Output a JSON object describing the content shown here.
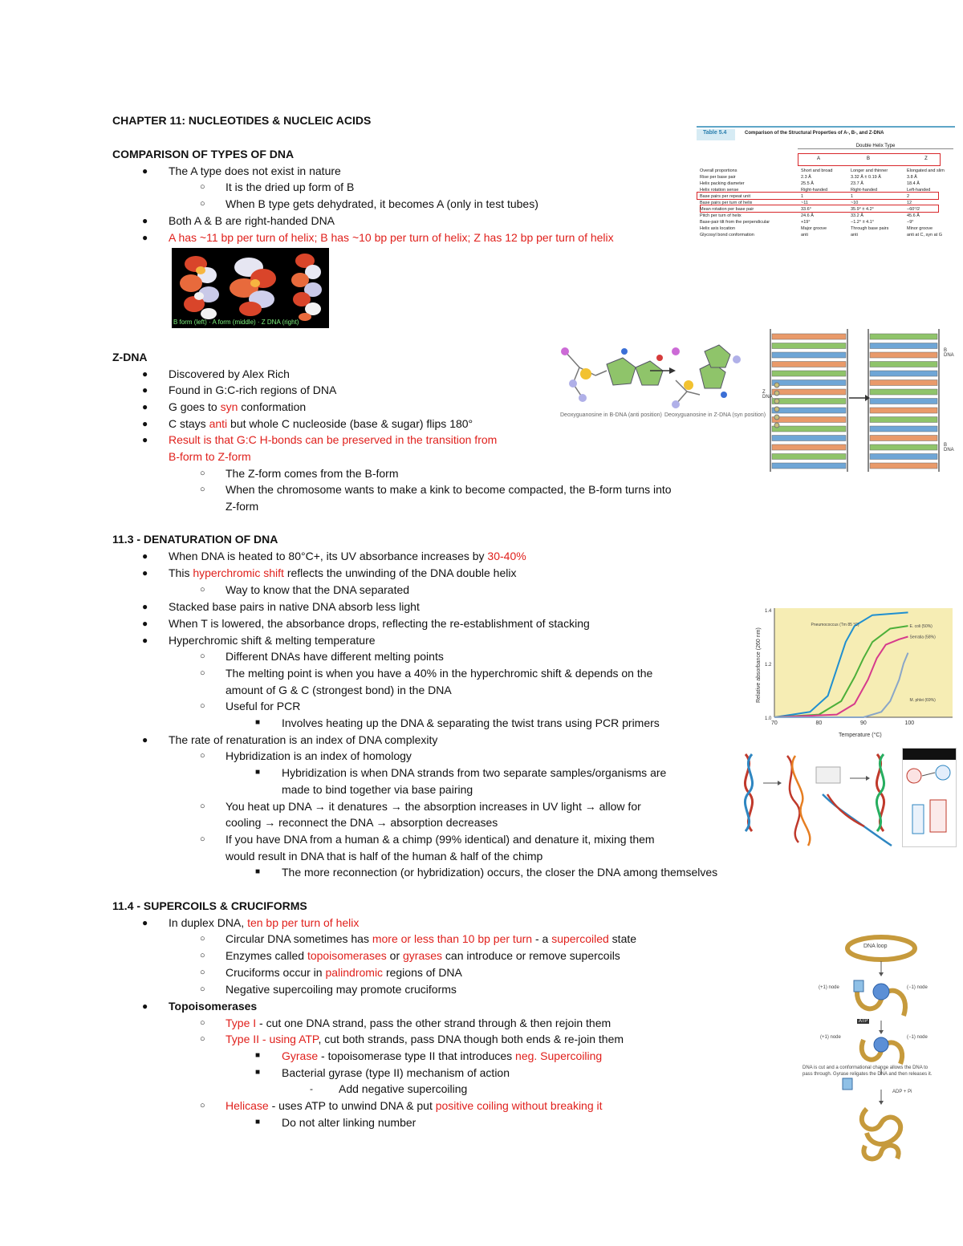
{
  "title": "CHAPTER 11: NUCLEOTIDES & NUCLEIC ACIDS",
  "sec1": {
    "heading": "COMPARISON OF TYPES OF DNA",
    "l1": "The A type does not exist in nature",
    "l1a": "It is the dried up form of B",
    "l1b": "When B type gets dehydrated, it becomes A (only in test tubes)",
    "l2": "Both A & B are right-handed DNA",
    "l3": "A has ~11 bp per turn of helix; B has ~10 bp per turn of helix; Z has 12 bp per turn of helix"
  },
  "fig_dna_models": {
    "caption": "B form (left) · A form (middle) · Z DNA (right)"
  },
  "fig_table": {
    "label": "Table 5.4",
    "title": "Comparison of the Structural Properties of A-, B-, and Z-DNA",
    "group_header": "Double Helix Type",
    "cols": [
      "A",
      "B",
      "Z"
    ],
    "rows": [
      [
        "Overall proportions",
        "Short and broad",
        "Longer and thinner",
        "Elongated and slim"
      ],
      [
        "Rise per base pair",
        "2.3 Å",
        "3.32 Å ± 0.19 Å",
        "3.8 Å"
      ],
      [
        "Helix packing diameter",
        "25.5 Å",
        "23.7 Å",
        "18.4 Å"
      ],
      [
        "Helix rotation sense",
        "Right-handed",
        "Right-handed",
        "Left-handed"
      ],
      [
        "Base pairs per repeat unit",
        "1",
        "1",
        "2"
      ],
      [
        "Base pairs per turn of helix",
        "~11",
        "~10",
        "12"
      ],
      [
        "Mean rotation per base pair",
        "33.6°",
        "35.9° ± 4.2°",
        "−60°/2"
      ],
      [
        "Pitch per turn of helix",
        "24.6 Å",
        "33.2 Å",
        "45.6 Å"
      ],
      [
        "Base-pair tilt from the perpendicular",
        "+19°",
        "−1.2° ± 4.1°",
        "−9°"
      ],
      [
        "Helix axis location",
        "Major groove",
        "Through base pairs",
        "Minor groove"
      ],
      [
        "Glycosyl bond conformation",
        "anti",
        "anti",
        "anti at C, syn at G"
      ]
    ]
  },
  "sec2": {
    "heading": "Z-DNA",
    "l1": "Discovered by Alex Rich",
    "l2": "Found in G:C-rich regions of DNA",
    "l3_pre": "G goes to ",
    "l3_red": "syn",
    "l3_post": " conformation",
    "l4_pre": "C stays ",
    "l4_red": "anti",
    "l4_post": " but whole C nucleoside (base & sugar) flips 180°",
    "l5a": "Result is that G:C H-bonds can be preserved in the transition from",
    "l5b": "B-form to Z-form",
    "l5_sub1": "The Z-form comes from the B-form",
    "l5_sub2a": "When the chromosome wants to make a kink to become compacted, the B-form turns into",
    "l5_sub2b": "Z-form"
  },
  "fig_syn": {
    "cap_left": "Deoxyguanosine in B-DNA (anti position)",
    "cap_right": "Deoxyguanosine in Z-DNA (syn position)"
  },
  "fig_bz": {
    "label_b1": "B DNA",
    "label_z": "Z DNA",
    "label_b2": "B DNA"
  },
  "sec3": {
    "heading": "11.3 - DENATURATION OF DNA",
    "l1_pre": "When DNA is heated to 80°C+, its UV absorbance increases by ",
    "l1_red": "30-40%",
    "l2_pre": "This ",
    "l2_red": "hyperchromic shift",
    "l2_post": " reflects the unwinding of the DNA double helix",
    "l2a": "Way to know that the DNA separated",
    "l3": "Stacked base pairs in native DNA absorb less light",
    "l4": "When T is lowered, the absorbance drops, reflecting the re-establishment of stacking",
    "l5": "Hyperchromic shift & melting temperature",
    "l5a": "Different DNAs have different melting points",
    "l5b1": "The melting point is when you have a 40% in the hyperchromic shift & depends on the",
    "l5b2": "amount of G & C (strongest bond) in the DNA",
    "l5c": "Useful for PCR",
    "l5c1": "Involves heating up the DNA & separating the twist trans using PCR primers",
    "l6": "The rate of renaturation is an index of DNA complexity",
    "l6a": "Hybridization is an index of homology",
    "l6a1a": "Hybridization is when DNA strands from two separate samples/organisms are",
    "l6a1b": "made to bind together via base pairing",
    "l6b1": "You heat up DNA → it denatures → the absorption increases in UV light → allow for",
    "l6b2": "cooling → reconnect the DNA → absorption decreases",
    "l6c1": "If you have DNA from a human & a chimp (99% identical) and denature it, mixing them",
    "l6c2": "would result in DNA that is half of the human & half of the chimp",
    "l6c3": "The more reconnection (or hybridization) occurs, the closer the DNA among themselves"
  },
  "chart_data": {
    "type": "line",
    "title": "",
    "xlabel": "Temperature (°C)",
    "ylabel": "Relative absorbance (260 nm)",
    "xlim": [
      70,
      110
    ],
    "ylim": [
      1.0,
      1.4
    ],
    "xticks": [
      "70",
      "80",
      "90",
      "100"
    ],
    "yticks": [
      "1.0",
      "1.2",
      "1.4"
    ],
    "series": [
      {
        "name": "Pneumococcus (Tm 85 °C)",
        "color": "#1f8fd0",
        "x": [
          70,
          78,
          82,
          84,
          86,
          88,
          92,
          100
        ],
        "y": [
          1.0,
          1.02,
          1.08,
          1.18,
          1.28,
          1.34,
          1.38,
          1.39
        ]
      },
      {
        "name": "E. coli (50%)",
        "color": "#4caf3a",
        "x": [
          70,
          80,
          85,
          88,
          90,
          92,
          96,
          100
        ],
        "y": [
          1.0,
          1.01,
          1.06,
          1.15,
          1.22,
          1.28,
          1.33,
          1.34
        ]
      },
      {
        "name": "Serratia (58%)",
        "color": "#d63b8c",
        "x": [
          70,
          84,
          88,
          91,
          93,
          95,
          98,
          100
        ],
        "y": [
          1.0,
          1.01,
          1.05,
          1.14,
          1.22,
          1.27,
          1.29,
          1.3
        ]
      },
      {
        "name": "M. phlei (69%)",
        "color": "#8aa6c8",
        "x": [
          70,
          90,
          94,
          96,
          98,
          99,
          100
        ],
        "y": [
          1.0,
          1.0,
          1.02,
          1.06,
          1.14,
          1.2,
          1.24
        ]
      }
    ]
  },
  "sec4": {
    "heading": "11.4 - SUPERCOILS & CRUCIFORMS",
    "l1_pre": "In duplex DNA, ",
    "l1_red": "ten bp per turn of helix",
    "l1a_pre": "Circular DNA sometimes has ",
    "l1a_red1": "more or less than 10 bp per turn",
    "l1a_mid": " - a ",
    "l1a_red2": "supercoiled",
    "l1a_post": " state",
    "l1b_pre": "Enzymes called ",
    "l1b_red1": "topoisomerases",
    "l1b_mid": " or ",
    "l1b_red2": "gyrases",
    "l1b_post": " can introduce or remove supercoils",
    "l1c_pre": "Cruciforms occur in ",
    "l1c_red": "palindromic",
    "l1c_post": " regions of DNA",
    "l1d": "Negative supercoiling may promote cruciforms",
    "l2": "Topoisomerases",
    "l2a_red": "Type I",
    "l2a_post": " - cut one DNA strand, pass the other strand through & then rejoin them",
    "l2b_red1": "Type II",
    "l2b_mid": " - ",
    "l2b_red2": "using ATP",
    "l2b_post": ", cut both strands, pass DNA though both ends & re-join them",
    "l2b1_red1": "Gyrase",
    "l2b1_mid": " - topoisomerase type II that introduces ",
    "l2b1_red2": "neg. Supercoiling",
    "l2b2": "Bacterial gyrase (type II) mechanism of action",
    "l2b2a": "Add negative supercoiling",
    "l2c_red1": "Helicase",
    "l2c_mid": " - uses ATP to unwind DNA & put ",
    "l2c_red2": "positive coiling without breaking it",
    "l2c1": "Do not alter linking number"
  },
  "fig_gyrase": {
    "top": "DNA loop",
    "n1a": "(+1) node",
    "n1b": "(−1) node",
    "atp": "ATP",
    "n2a": "(+1) node",
    "n2b": "(−1) node",
    "caption1": "DNA is cut and a conformational change allows the DNA to",
    "caption2": "pass through. Gyrase religates the DNA and then releases it.",
    "adp": "ADP + Pi"
  }
}
